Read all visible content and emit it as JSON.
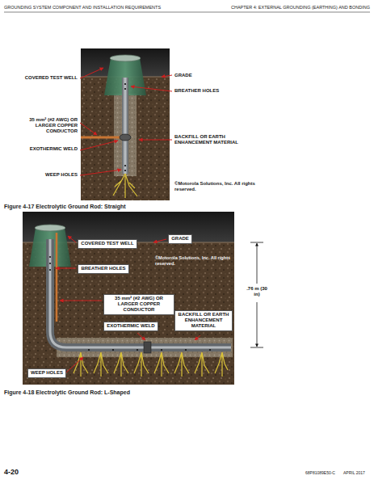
{
  "diagram": {
    "nodes": [
      {
        "text": [
          "COVERED TEST WELL"
        ]
      },
      {
        "text": [
          "GRADE"
        ]
      },
      {
        "text": [
          "BREATHER HOLES"
        ]
      },
      {
        "text": [
          "35 mm² (#2 AWG) OR LARGER COPPER CONDUCTOR"
        ]
      },
      {
        "text": [
          "EXOTHERMIC WELD"
        ]
      },
      {
        "text": [
          "BACKFILL OR EARTH ENHANCEMENT MATERIAL"
        ]
      },
      {
        "text": [
          "WEEP HOLES"
        ]
      }
    ],
    "labels": [
      "GROUNDING SYSTEM COMPONENT AND INSTALLATION REQUIREMENTS",
      "CHAPTER 4: EXTERNAL GROUNDING (EARTHING) AND BONDING",
      "COVERED TEST WELL",
      "GRADE",
      "BREATHER HOLES",
      "35 mm² (#2 AWG) OR LARGER COPPER CONDUCTOR",
      "BACKFILL OR EARTH ENHANCEMENT MATERIAL",
      "EXOTHERMIC WELD",
      "WEEP HOLES",
      "©Motorola Solutions, Inc. All rights reserved.",
      "Figure 4-17 Electrolytic Ground Rod: Straight",
      "©Motorola Solutions, Inc. All rights reserved.",
      ".76 m (30 in)",
      "Figure 4-18 Electrolytic Ground Rod: L-Shaped",
      "4-20",
      "68P81089E50-C",
      "APRIL 2017"
    ]
  }
}
